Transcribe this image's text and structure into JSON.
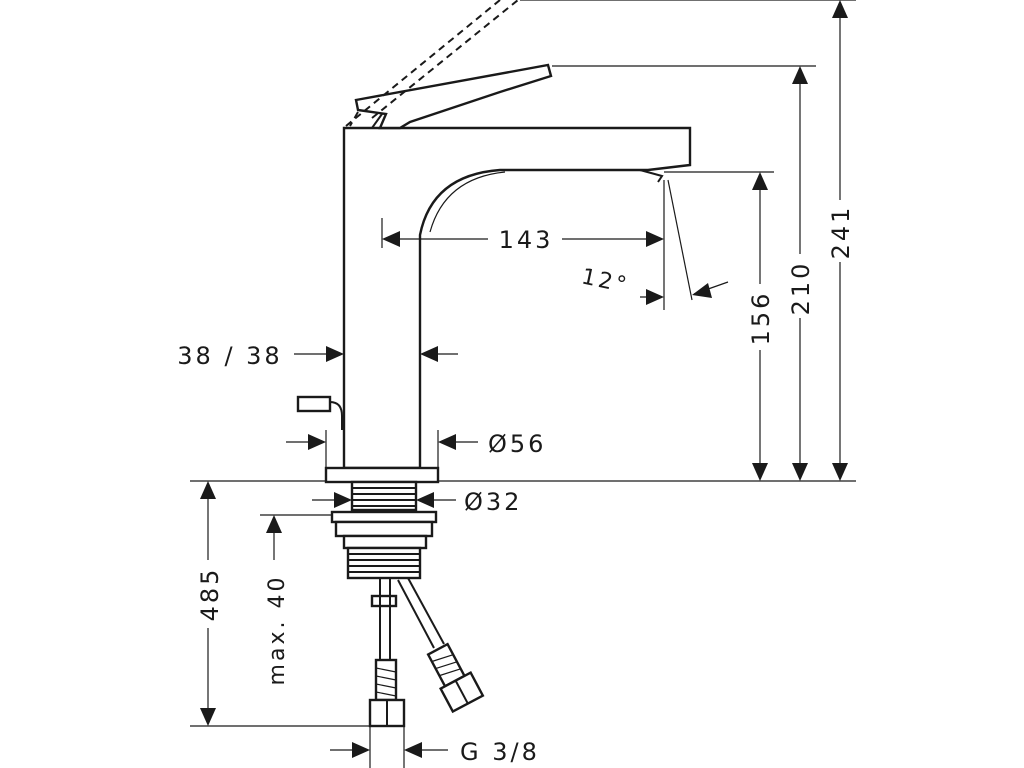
{
  "dimensions": {
    "height_total": "241",
    "height_handle": "210",
    "height_spout": "156",
    "spout_reach": "143",
    "angle": "12°",
    "body_size": "38 / 38",
    "base_diameter": "Ø56",
    "thread_diameter": "Ø32",
    "hose_length": "485",
    "max_thickness": "max. 40",
    "connection": "G 3/8"
  }
}
